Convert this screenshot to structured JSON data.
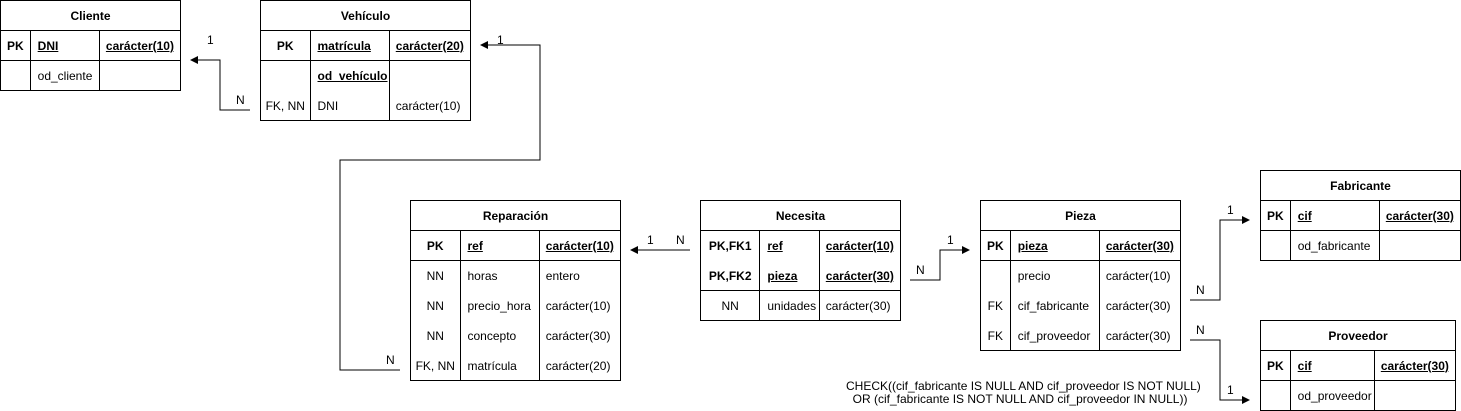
{
  "entities": {
    "cliente": {
      "name": "Cliente",
      "rows": [
        [
          "PK",
          "DNI",
          "carácter(10)"
        ],
        [
          "",
          "od_cliente",
          ""
        ]
      ]
    },
    "vehiculo": {
      "name": "Vehículo",
      "rows": [
        [
          "PK",
          "matrícula",
          "carácter(20)"
        ],
        [
          "",
          "od_vehículo",
          ""
        ],
        [
          "FK, NN",
          "DNI",
          "carácter(10)"
        ]
      ]
    },
    "reparacion": {
      "name": "Reparación",
      "rows": [
        [
          "PK",
          "ref",
          "carácter(10)"
        ],
        [
          "NN",
          "horas",
          "entero"
        ],
        [
          "NN",
          "precio_hora",
          "carácter(10)"
        ],
        [
          "NN",
          "concepto",
          "carácter(30)"
        ],
        [
          "FK, NN",
          "matrícula",
          "carácter(20)"
        ]
      ]
    },
    "necesita": {
      "name": "Necesita",
      "rows": [
        [
          "PK,FK1",
          "ref",
          "carácter(10)"
        ],
        [
          "PK,FK2",
          "pieza",
          "carácter(30)"
        ],
        [
          "NN",
          "unidades",
          "carácter(30)"
        ]
      ]
    },
    "pieza": {
      "name": "Pieza",
      "rows": [
        [
          "PK",
          "pieza",
          "carácter(30)"
        ],
        [
          "",
          "precio",
          "carácter(10)"
        ],
        [
          "FK",
          "cif_fabricante",
          "carácter(30)"
        ],
        [
          "FK",
          "cif_proveedor",
          "carácter(30)"
        ]
      ]
    },
    "fabricante": {
      "name": "Fabricante",
      "rows": [
        [
          "PK",
          "cif",
          "carácter(30)"
        ],
        [
          "",
          "od_fabricante",
          ""
        ]
      ]
    },
    "proveedor": {
      "name": "Proveedor",
      "rows": [
        [
          "PK",
          "cif",
          "carácter(30)"
        ],
        [
          "",
          "od_proveedor",
          ""
        ]
      ]
    }
  },
  "cardinalities": {
    "vehiculo_cliente": {
      "one": "1",
      "many": "N"
    },
    "reparacion_vehiculo": {
      "one": "1",
      "many": "N"
    },
    "necesita_reparacion": {
      "one": "1",
      "many": "N"
    },
    "necesita_pieza": {
      "one": "1",
      "many": "N"
    },
    "pieza_fabricante": {
      "one": "1",
      "many": "N"
    },
    "pieza_proveedor": {
      "one": "1",
      "many": "N"
    }
  },
  "check_constraint": {
    "line1": "CHECK((cif_fabricante IS NULL AND cif_proveedor IS NOT NULL)",
    "line2": "OR (cif_fabricante IS NOT NULL AND cif_proveedor IN NULL))"
  }
}
